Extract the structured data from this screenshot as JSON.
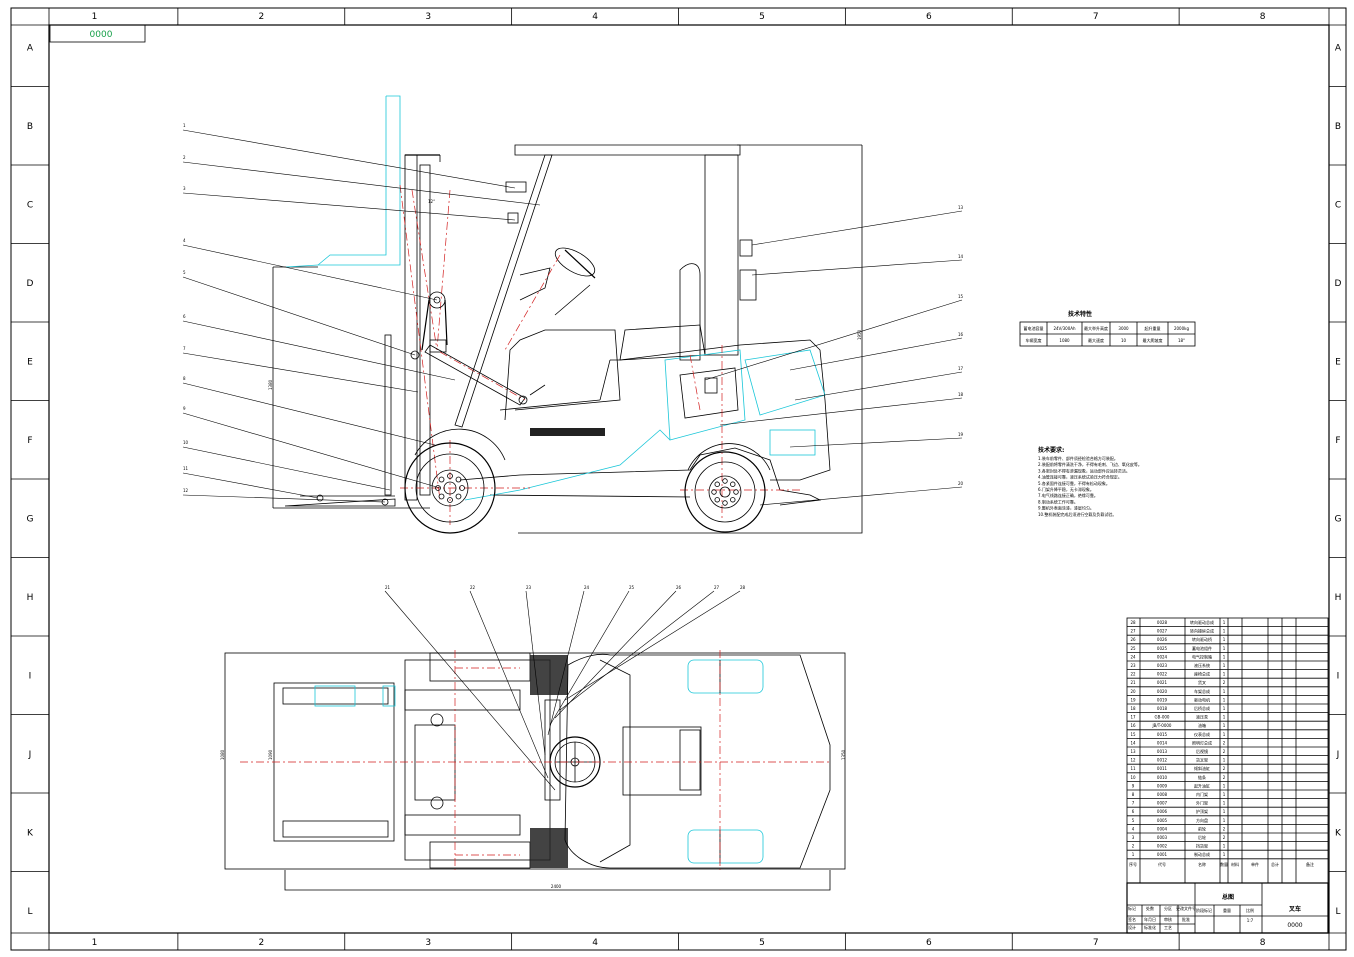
{
  "drawing": {
    "code_box": "0000",
    "col_labels": [
      "1",
      "2",
      "3",
      "4",
      "5",
      "6",
      "7",
      "8"
    ],
    "row_labels": [
      "A",
      "B",
      "C",
      "D",
      "E",
      "F",
      "G",
      "H",
      "I",
      "J",
      "K",
      "L"
    ]
  },
  "colors": {
    "line": "#000000",
    "hidden_parts": "#19c6d8",
    "centerline": "#d21f1f"
  },
  "side_view": {
    "leader_numbers_left": [
      "1",
      "2",
      "3",
      "4",
      "5",
      "6",
      "7",
      "8",
      "9",
      "10",
      "11",
      "12"
    ],
    "leader_numbers_right": [
      "13",
      "14",
      "15",
      "16",
      "17",
      "18",
      "19",
      "20"
    ],
    "dims": {
      "height": "1950",
      "frame_height": "1380",
      "angle": "12°"
    }
  },
  "top_view": {
    "leader_numbers": [
      "21",
      "22",
      "23",
      "24",
      "25",
      "26",
      "27",
      "28"
    ],
    "dims": {
      "length": "2400",
      "width_left": "1080",
      "width_right": "1090",
      "width_far": "1350"
    }
  },
  "tech_specs": {
    "title": "技术特性",
    "row1": [
      "蓄电池容量",
      "24V/300Ah",
      "最大举升高度",
      "3000",
      "起升重量",
      "2000kg"
    ],
    "row2": [
      "车辆宽度",
      "1080",
      "最大速度",
      "10",
      "最大爬坡度",
      "18°"
    ]
  },
  "tech_requirements": {
    "title": "技术要求:",
    "lines": [
      "1.装车前零件、部件须经检验合格方可装配。",
      "2.装配前将零件清洗干净，不得有毛刺、飞边、氧化皮等。",
      "3.各密封处不得有渗漏现象，运动部件应运转灵活。",
      "4.油管连接可靠，液压系统试验压力符合规定。",
      "5.各紧固件连接可靠，不得有松动现象。",
      "6.门架升降平稳，无卡滞现象。",
      "7.电气线路连接正确，绝缘可靠。",
      "8.制动系统工作可靠。",
      "9.整机外表面涂漆，漆层均匀。",
      "10.整机装配完成后须进行空载及负载试验。"
    ]
  },
  "parts_list": {
    "rows": [
      [
        "28",
        "0028",
        "转向驱动总成",
        "1"
      ],
      [
        "27",
        "0027",
        "转向操纵总成",
        "1"
      ],
      [
        "26",
        "0026",
        "转向驱动桥",
        "1"
      ],
      [
        "25",
        "0025",
        "蓄电池组件",
        "1"
      ],
      [
        "24",
        "0024",
        "电气控制箱",
        "1"
      ],
      [
        "23",
        "0023",
        "液压系统",
        "1"
      ],
      [
        "22",
        "0022",
        "座椅总成",
        "1"
      ],
      [
        "21",
        "0021",
        "货叉",
        "2"
      ],
      [
        "20",
        "0020",
        "车架总成",
        "1"
      ],
      [
        "19",
        "0019",
        "驱动电机",
        "1"
      ],
      [
        "18",
        "0018",
        "后桥总成",
        "1"
      ],
      [
        "17",
        "GB-000",
        "液压泵",
        "1"
      ],
      [
        "16",
        "JB/T-0000",
        "油箱",
        "1"
      ],
      [
        "15",
        "0015",
        "仪表总成",
        "1"
      ],
      [
        "14",
        "0014",
        "照明灯总成",
        "2"
      ],
      [
        "13",
        "0013",
        "后视镜",
        "2"
      ],
      [
        "12",
        "0012",
        "货叉架",
        "1"
      ],
      [
        "11",
        "0011",
        "倾斜油缸",
        "2"
      ],
      [
        "10",
        "0010",
        "链条",
        "2"
      ],
      [
        "9",
        "0009",
        "起升油缸",
        "1"
      ],
      [
        "8",
        "0008",
        "内门架",
        "1"
      ],
      [
        "7",
        "0007",
        "外门架",
        "1"
      ],
      [
        "6",
        "0006",
        "护顶架",
        "1"
      ],
      [
        "5",
        "0005",
        "方向盘",
        "1"
      ],
      [
        "4",
        "0004",
        "前轮",
        "2"
      ],
      [
        "3",
        "0003",
        "后轮",
        "2"
      ],
      [
        "2",
        "0002",
        "挡货架",
        "1"
      ],
      [
        "1",
        "0001",
        "制动总成",
        "1"
      ]
    ],
    "header": [
      "序号",
      "代号",
      "名称",
      "数量",
      "材料",
      "单件",
      "总计",
      "备注"
    ]
  },
  "title_block": {
    "drawing_name": "总图",
    "product_name": "叉车",
    "drawing_code": "0000",
    "scale": "1:7",
    "labels": [
      "标记",
      "处数",
      "分区",
      "更改文件号",
      "签名",
      "年月日",
      "设计",
      "标准化",
      "审核",
      "工艺",
      "批准",
      "阶段标记",
      "重量",
      "比例"
    ]
  }
}
